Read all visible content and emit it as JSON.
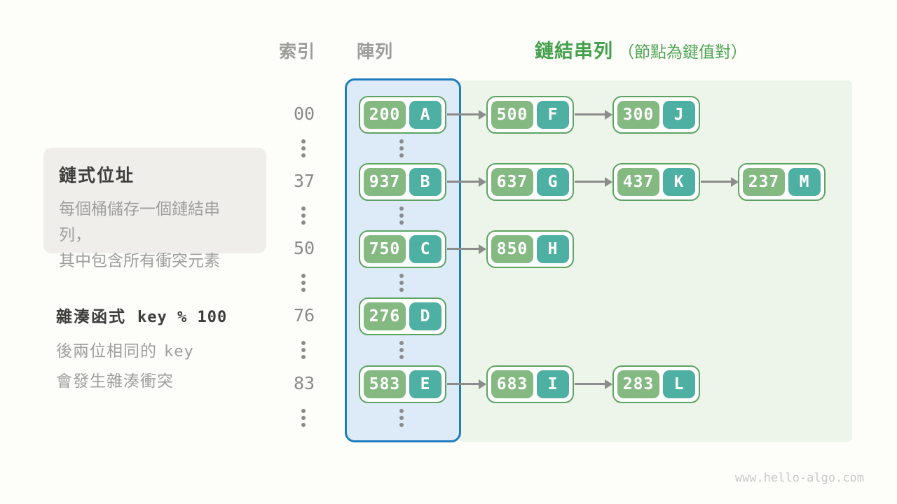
{
  "headers": {
    "index": "索引",
    "array": "陣列",
    "linked_list": "鏈結串列",
    "linked_list_note": "（節點為鍵值對）"
  },
  "annotations": {
    "chaining": {
      "title": "鏈式位址",
      "line1": "每個桶儲存一個鏈結串列，",
      "line2": "其中包含所有衝突元素"
    },
    "hash_fn": {
      "label": "雜湊函式",
      "formula": "key % 100",
      "line2_text": "後兩位相同的",
      "line2_code": "key",
      "line3": "會發生雜湊衝突"
    }
  },
  "watermark": "www.hello-algo.com",
  "colors": {
    "array_column_fill": "#dcebf7",
    "array_column_border": "#1f7dbf",
    "linked_list_panel_fill": "#edf4ea",
    "node_border": "#5da463",
    "key_box_fill": "#85b982",
    "value_box_fill": "#4db0a2",
    "header_green": "#43a04b",
    "header_gray": "#9c9c9c",
    "arrow_gray": "#8c8c8c"
  },
  "diagram": {
    "rows": [
      {
        "index": "00",
        "bucket": {
          "key": "200",
          "value": "A"
        },
        "chain": [
          {
            "key": "500",
            "value": "F"
          },
          {
            "key": "300",
            "value": "J"
          }
        ]
      },
      {
        "index": "37",
        "bucket": {
          "key": "937",
          "value": "B"
        },
        "chain": [
          {
            "key": "637",
            "value": "G"
          },
          {
            "key": "437",
            "value": "K"
          },
          {
            "key": "237",
            "value": "M"
          }
        ]
      },
      {
        "index": "50",
        "bucket": {
          "key": "750",
          "value": "C"
        },
        "chain": [
          {
            "key": "850",
            "value": "H"
          }
        ]
      },
      {
        "index": "76",
        "bucket": {
          "key": "276",
          "value": "D"
        },
        "chain": []
      },
      {
        "index": "83",
        "bucket": {
          "key": "583",
          "value": "E"
        },
        "chain": [
          {
            "key": "683",
            "value": "I"
          },
          {
            "key": "283",
            "value": "L"
          }
        ]
      }
    ]
  }
}
